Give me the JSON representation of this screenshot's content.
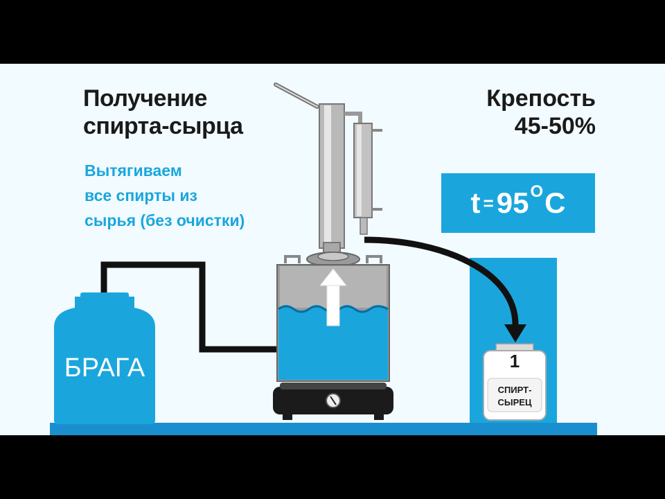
{
  "title": {
    "line1": "Получение",
    "line2": "спирта-сырца"
  },
  "subtitle": {
    "line1": "Вытягиваем",
    "line2": "все спирты из",
    "line3": "сырья (без очистки)"
  },
  "strength": {
    "label": "Крепость",
    "value": "45-50%"
  },
  "temperature": {
    "prefix": "t",
    "equals": "=",
    "value": "95",
    "degree": "O",
    "unit": "C"
  },
  "braga_label": "БРАГА",
  "jar": {
    "number": "1",
    "label_line1": "СПИРТ-",
    "label_line2": "СЫРЕЦ"
  },
  "colors": {
    "accent": "#1aa6dd",
    "liquid": "#1aa6dd",
    "background": "#f2fbff"
  }
}
